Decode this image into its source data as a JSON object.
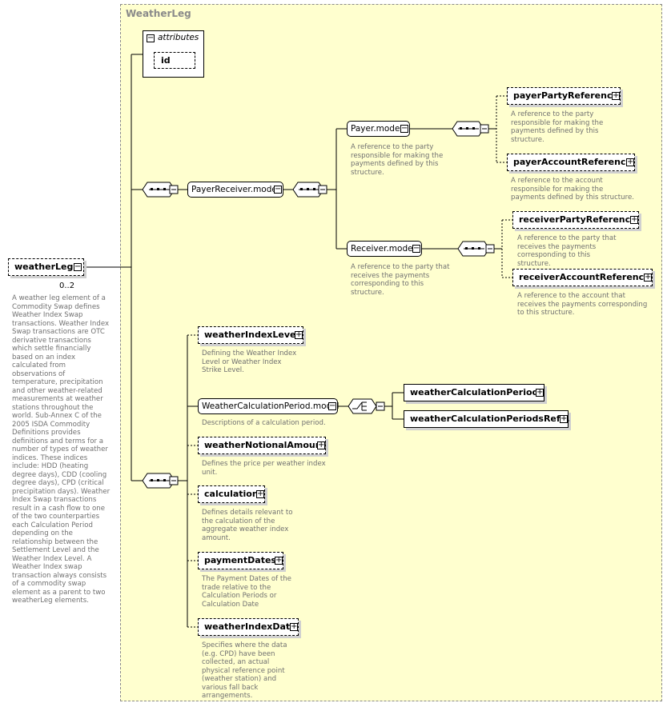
{
  "region": {
    "title": "WeatherLeg"
  },
  "root": {
    "label": "weatherLeg",
    "occurrence": "0..2",
    "description": "A weather leg element of a Commodity Swap defines Weather Index Swap transactions. Weather Index Swap transactions are OTC derivative transactions which settle financially based on an index calculated from observations of temperature, precipitation and other weather-related measurements at weather stations throughout the world. Sub-Annex C of the 2005 ISDA Commodity Definitions provides definitions and terms for a number of types of weather indices. These indices include: HDD (heating degree days), CDD (cooling degree days), CPD (critical precipitation days). Weather Index Swap transactions result in a cash flow to one of the two counterparties each Calculation Period depending on the relationship between the Settlement Level and the Weather Index Level. A Weather Index swap transaction always consists of a commodity swap element as a parent to two weatherLeg elements."
  },
  "attributes": {
    "label": "attributes",
    "id": "id"
  },
  "payer_receiver": {
    "label": "PayerReceiver.model"
  },
  "payer_model": {
    "label": "Payer.model",
    "description": "A reference to the party responsible for making the payments defined by this structure."
  },
  "payer_party_ref": {
    "label": "payerPartyReference",
    "description": "A reference to the party responsible for making the payments defined by this structure."
  },
  "payer_account_ref": {
    "label": "payerAccountReference",
    "description": "A reference to the account responsible for making the payments defined by this structure."
  },
  "receiver_model": {
    "label": "Receiver.model",
    "description": "A reference to the party that receives the payments corresponding to this structure."
  },
  "receiver_party_ref": {
    "label": "receiverPartyReference",
    "description": "A reference to the party that receives the payments corresponding to this structure."
  },
  "receiver_account_ref": {
    "label": "receiverAccountReference",
    "description": "A reference to the account that receives the payments corresponding to this structure."
  },
  "weather_index_level": {
    "label": "weatherIndexLevel",
    "description": "Defining the Weather Index Level or Weather Index Strike Level."
  },
  "weather_calc_period_model": {
    "label": "WeatherCalculationPeriod.model",
    "description": "Descriptions of a calculation period."
  },
  "weather_calc_periods": {
    "label": "weatherCalculationPeriods"
  },
  "weather_calc_periods_ref": {
    "label": "weatherCalculationPeriodsRef..."
  },
  "weather_notional_amount": {
    "label": "weatherNotionalAmount",
    "description": "Defines the price per weather index unit."
  },
  "calculation": {
    "label": "calculation",
    "description": "Defines details relevant to the calculation of the aggregate weather index amount."
  },
  "payment_dates": {
    "label": "paymentDates",
    "description": "The Payment Dates of the trade relative to the Calculation Periods or Calculation Date"
  },
  "weather_index_data": {
    "label": "weatherIndexData",
    "description": "Specifies where the data (e.g. CPD) have been collected, an actual physical reference point (weather station) and various fall back arrangements."
  },
  "symbols": {
    "collapse": "−",
    "expand": "+"
  }
}
